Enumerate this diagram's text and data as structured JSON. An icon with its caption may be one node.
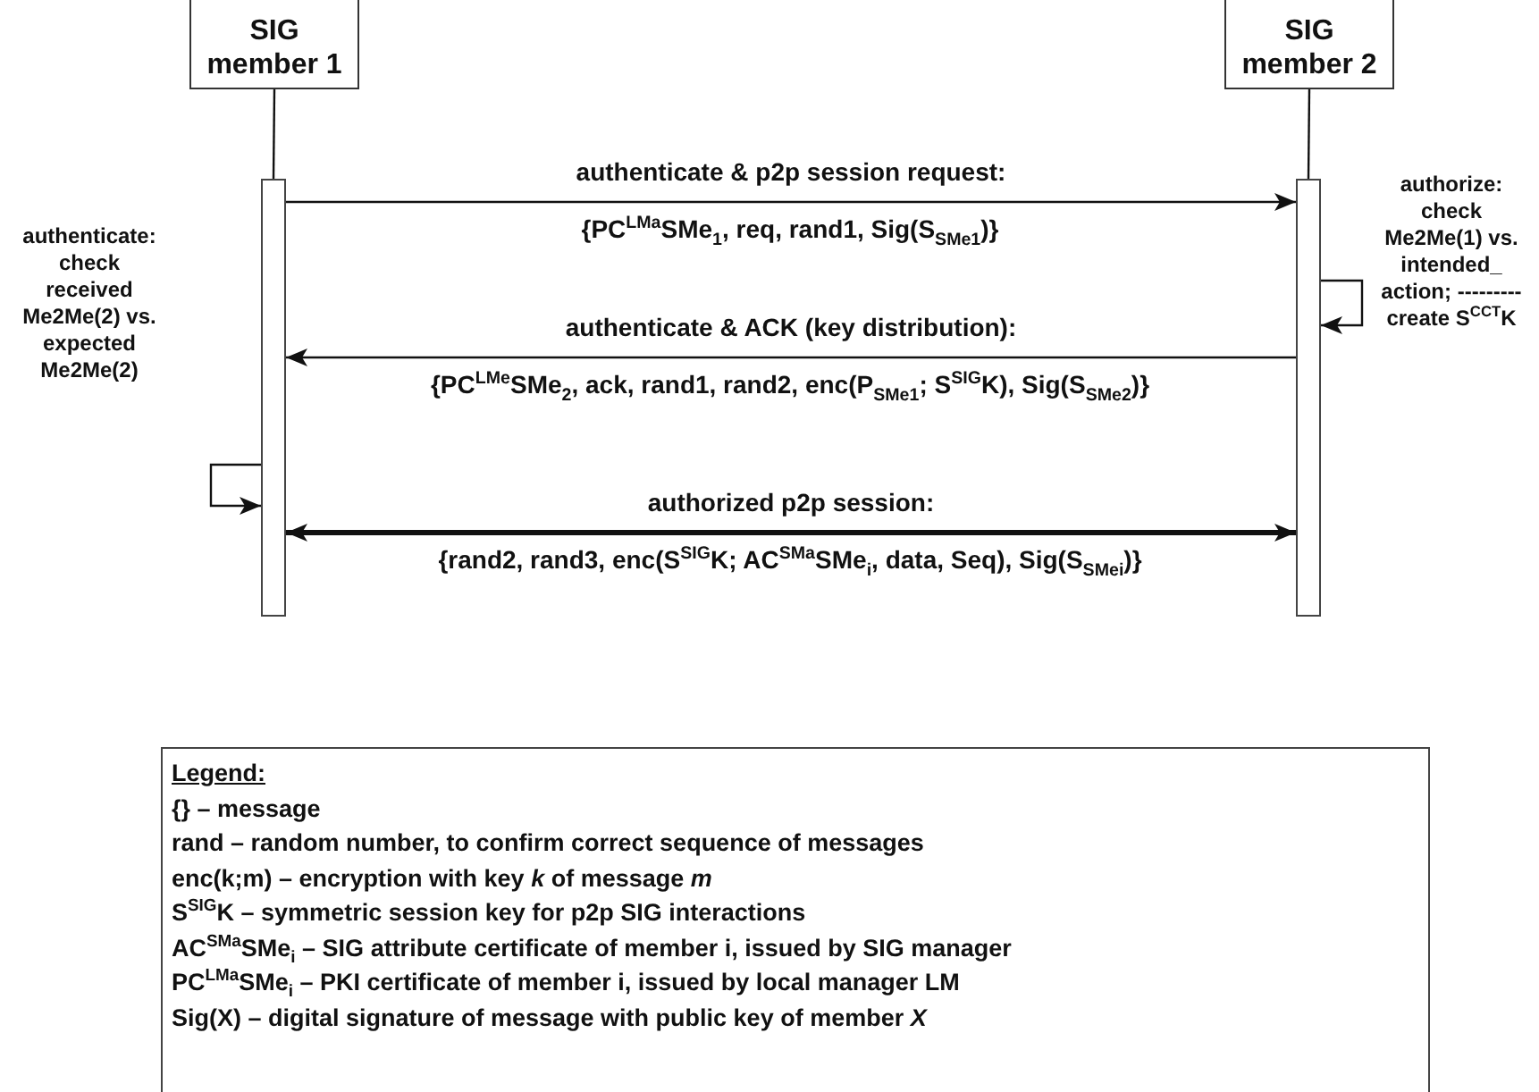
{
  "diagram": {
    "nodes": [
      {
        "text": [
          "SIG member 1"
        ]
      },
      {
        "text": [
          "SIG member 2"
        ]
      },
      {
        "text": [],
        "shape": "bar"
      },
      {
        "text": [],
        "shape": "bar"
      }
    ],
    "edges": [
      {
        "from": 0,
        "to": 2,
        "arrow": "none"
      },
      {
        "from": 1,
        "to": 3,
        "arrow": "none"
      },
      {
        "from": 2,
        "to": 3,
        "arrow": "to",
        "label": "authenticate & p2p session request:"
      },
      {
        "from": 3,
        "to": 3,
        "arrow": "to"
      },
      {
        "from": 3,
        "to": 2,
        "arrow": "to",
        "label": "authenticate & ACK (key distribution):"
      },
      {
        "from": 2,
        "to": 2,
        "arrow": "to"
      },
      {
        "from": 2,
        "to": 3,
        "arrow": "both",
        "label": "authorized p2p session:",
        "style": "thick"
      }
    ],
    "labels": [
      "{PC$^{LMa}$SMe$_{1}$, req, rand1, Sig(S$_{SMe1}$)}",
      "authorize: check Me2Me(1) vs. intended_ action; --------- create S$^{CCT}$K",
      "authenticate: check received Me2Me(2) vs. expected Me2Me(2)",
      "{PC$^{LMe}$SMe$_{2}$, ack, rand1, rand2, enc(P$_{SMe1}$; S$^{SIG}$K), Sig(S$_{SMe2}$)}",
      "{rand2, rand3, enc(S$^{SIG}$K; AC$^{SMa}$SMe$_{i}$, data, Seq), Sig(S$_{SMei}$)}",
      "Legend:"
    ],
    "legend": [
      {
        "text": "{} – message"
      },
      {
        "text": "rand – random number, to confirm correct sequence of messages"
      },
      {
        "text": "enc(k;m) – encryption with key *k* of message *m*"
      },
      {
        "text": "S$^{SIG}$K – symmetric session key for p2p SIG interactions"
      },
      {
        "text": "AC$^{SMa}$SMe$_{i}$ – SIG attribute certificate of member i, issued by SIG manager"
      },
      {
        "text": "PC$^{LMa}$SMe$_{i}$ – PKI certificate of member i, issued by local manager LM"
      },
      {
        "text": "Sig(X) – digital signature of message with public key of member *X*"
      }
    ]
  }
}
